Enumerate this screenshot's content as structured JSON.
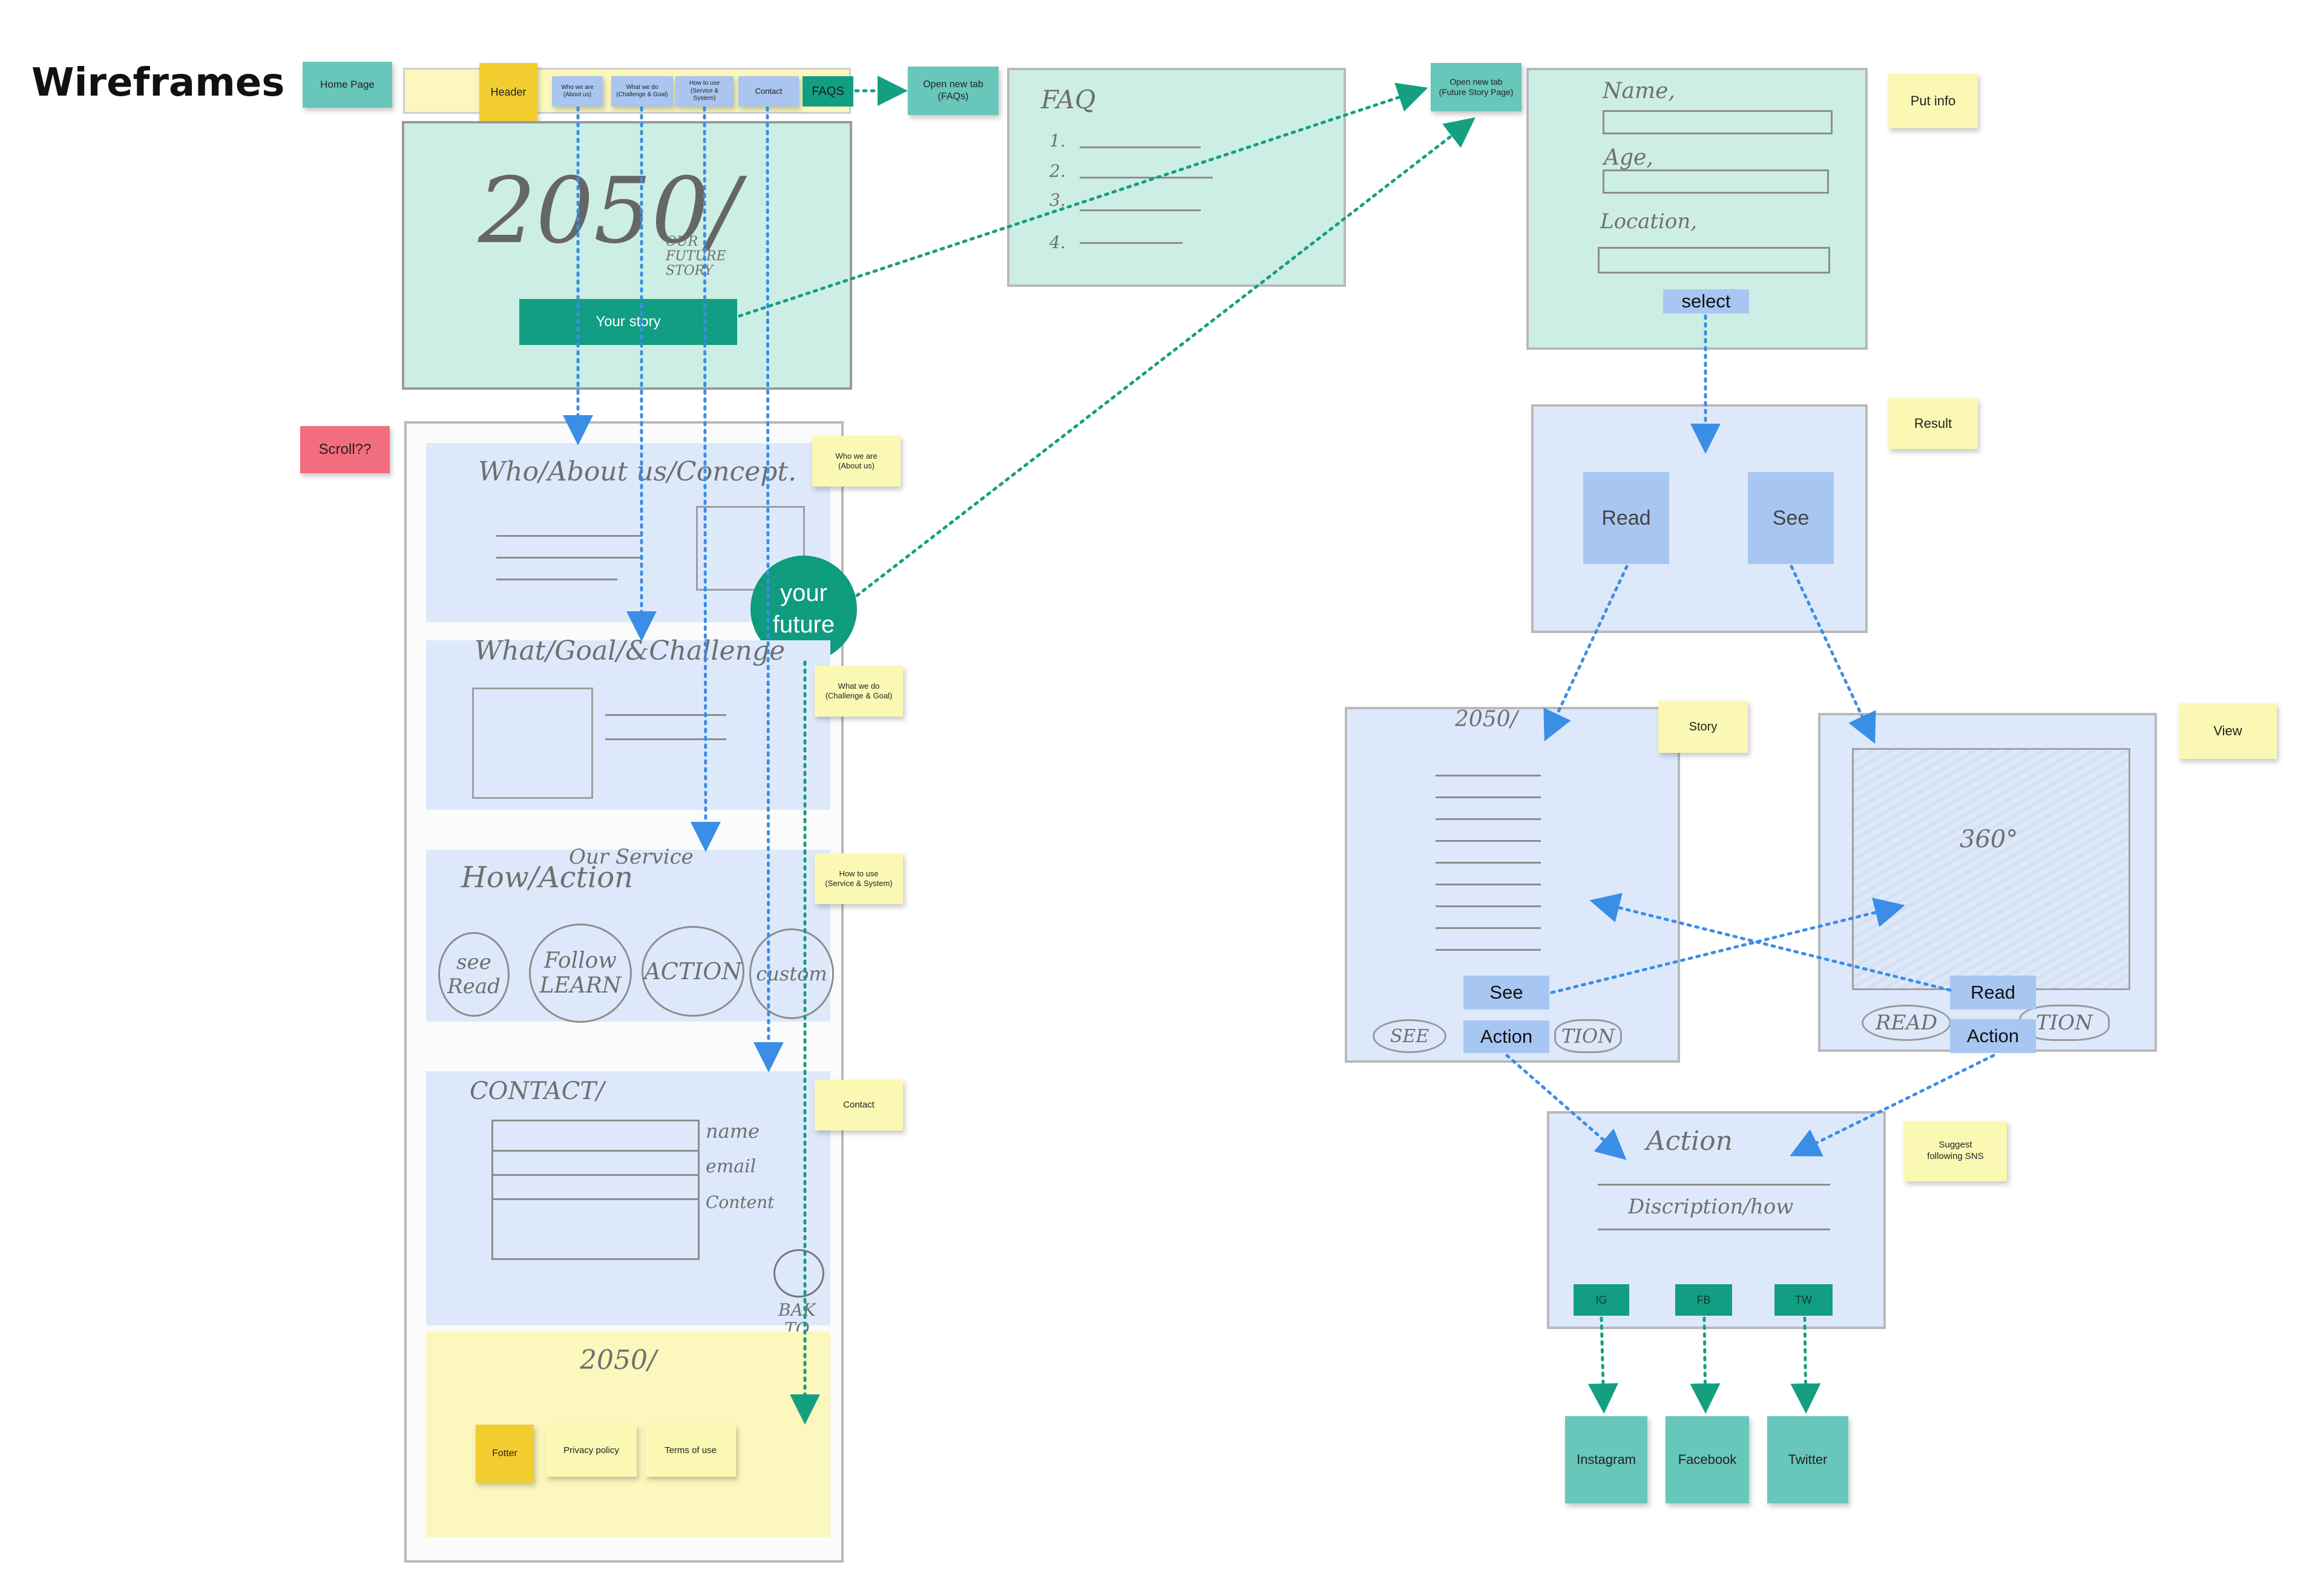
{
  "page": {
    "title": "Wireframes"
  },
  "home": {
    "home_page_note": "Home Page",
    "header_note": "Header",
    "nav": [
      {
        "label": "Who we are\n(About us)"
      },
      {
        "label": "What we do\n(Challenge & Goal)"
      },
      {
        "label": "How to use\n(Service & System)"
      },
      {
        "label": "Contact"
      }
    ],
    "faqs_label": "FAQS",
    "open_faq_tab_note": "Open new tab\n(FAQs)",
    "hero_title": "2050/",
    "hero_subtitle": "OUR FUTURE STORY",
    "your_story_button": "Your story",
    "scroll_note": "Scroll??",
    "about_heading": "Who/About us/Concept.",
    "about_note": "Who we are\n(About us)",
    "your_future_circle": "your\nfuture",
    "what_heading": "What/Goal/&Challenge",
    "what_note": "What we do\n(Challenge & Goal)",
    "how_heading": "How/Action",
    "how_subheading": "Our Service",
    "how_note": "How to use\n(Service & System)",
    "how_circles": [
      "see\nRead",
      "Follow\nLEARN",
      "ACTION",
      "custom"
    ],
    "contact_heading": "CONTACT/",
    "contact_fields": [
      "name",
      "email",
      "Content"
    ],
    "contact_note": "Contact",
    "back_to_top": "BAK\nTO\nTOP",
    "footer_brand": "2050/",
    "footer_note": "Fotter",
    "privacy_note": "Privacy policy",
    "terms_note": "Terms of use"
  },
  "faq_page": {
    "heading": "FAQ",
    "items": [
      "1.",
      "2.",
      "3.",
      "4."
    ]
  },
  "future_story_page": {
    "open_tab_note": "Open new tab\n(Future Story Page)",
    "fields": [
      "Name,",
      "Age,",
      "Location,"
    ],
    "select_button": "select",
    "put_info_note": "Put info"
  },
  "result": {
    "note": "Result",
    "read_label": "Read",
    "see_label": "See"
  },
  "story": {
    "note": "Story",
    "brand": "2050/",
    "see_button": "See",
    "action_button": "Action",
    "sketch_left": "SEE",
    "sketch_right": "TION"
  },
  "view": {
    "note": "View",
    "label_360": "360°",
    "read_button": "Read",
    "action_button": "Action",
    "sketch_left": "READ",
    "sketch_right": "TION"
  },
  "action_page": {
    "heading": "Action",
    "description": "Discription/how",
    "buttons": [
      "IG",
      "FB",
      "TW"
    ],
    "note": "Suggest\nfollowing SNS",
    "destinations": [
      "Instagram",
      "Facebook",
      "Twitter"
    ]
  },
  "colors": {
    "teal_sticky": "#67c7ba",
    "green_button": "#119e83",
    "blue_button": "#a7c7f2",
    "yellow_sticky": "#fbf8b3",
    "red_sticky": "#f26d7d",
    "connector_blue": "#3b8ee6",
    "connector_green": "#14a080"
  }
}
